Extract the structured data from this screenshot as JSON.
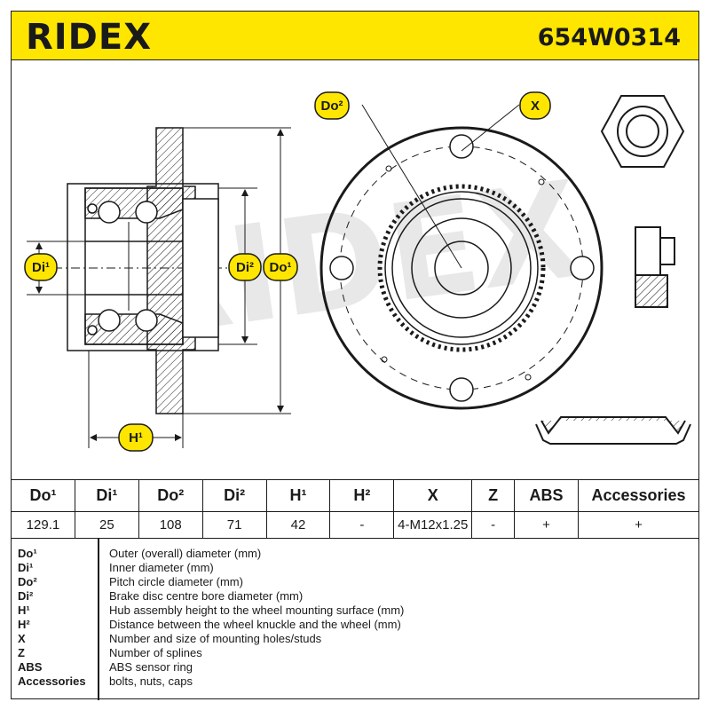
{
  "header": {
    "brand": "RIDEX",
    "part_number": "654W0314"
  },
  "drawing": {
    "labels": {
      "di1": "Di¹",
      "di2": "Di²",
      "do1": "Do¹",
      "do2": "Do²",
      "h1": "H¹",
      "x": "X"
    },
    "watermark": "RIDEX",
    "colors": {
      "callout": "#ffe600",
      "ink": "#1a1a1a"
    }
  },
  "spec_table": {
    "headers": [
      "Do¹",
      "Di¹",
      "Do²",
      "Di²",
      "H¹",
      "H²",
      "X",
      "Z",
      "ABS",
      "Accessories"
    ],
    "values": [
      "129.1",
      "25",
      "108",
      "71",
      "42",
      "-",
      "4-M12x1.25",
      "-",
      "+",
      "+"
    ]
  },
  "legend": [
    {
      "symbol": "Do¹",
      "description": "Outer (overall) diameter (mm)"
    },
    {
      "symbol": "Di¹",
      "description": "Inner diameter (mm)"
    },
    {
      "symbol": "Do²",
      "description": "Pitch circle diameter (mm)"
    },
    {
      "symbol": "Di²",
      "description": "Brake disc centre bore diameter (mm)"
    },
    {
      "symbol": "H¹",
      "description": "Hub assembly height to the wheel mounting surface (mm)"
    },
    {
      "symbol": "H²",
      "description": "Distance between the wheel knuckle and the wheel (mm)"
    },
    {
      "symbol": "X",
      "description": "Number and size of mounting holes/studs"
    },
    {
      "symbol": "Z",
      "description": "Number of splines"
    },
    {
      "symbol": "ABS",
      "description": "ABS sensor ring"
    },
    {
      "symbol": "Accessories",
      "description": "bolts, nuts, caps"
    }
  ]
}
